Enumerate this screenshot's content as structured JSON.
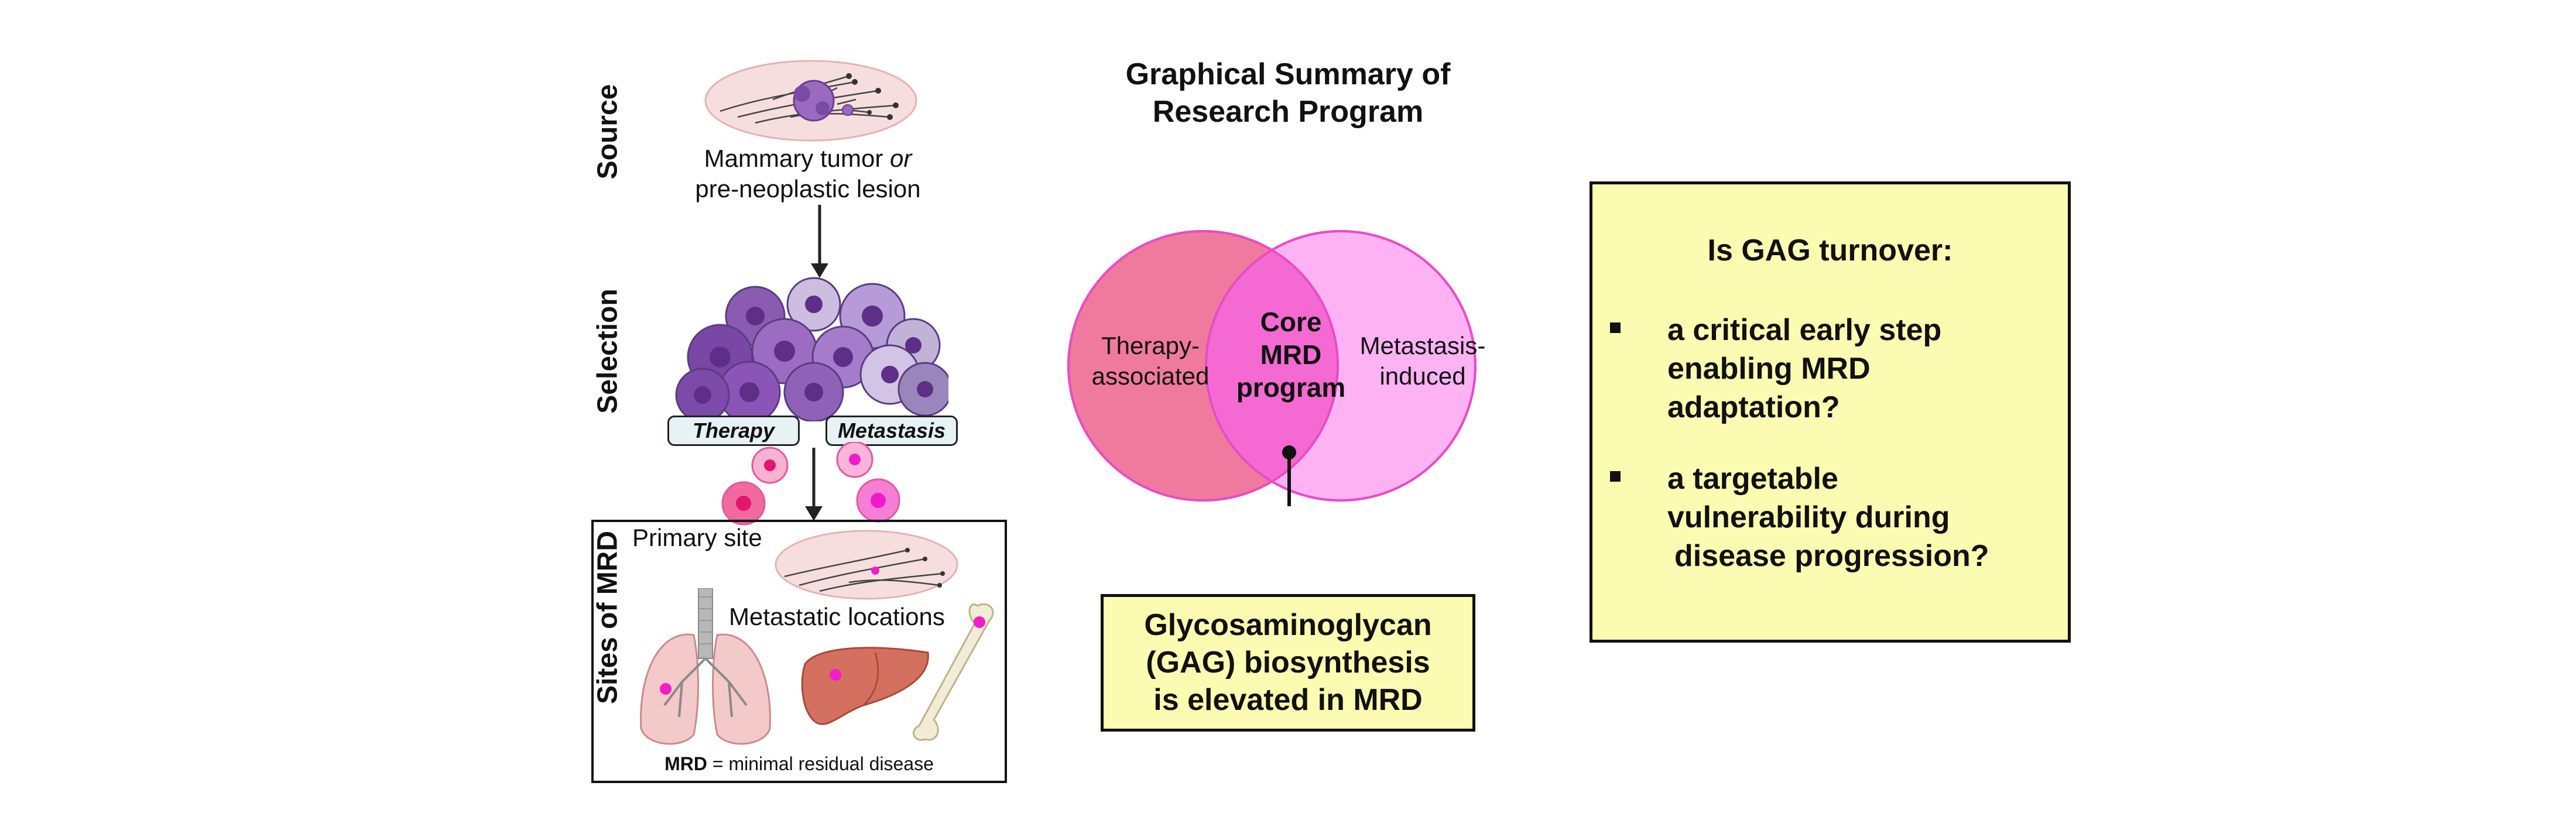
{
  "left_panel": {
    "source_label": "Source",
    "selection_label": "Selection",
    "sites_label": "Sites of MRD",
    "source_caption_line1_a": "Mammary tumor ",
    "source_caption_line1_b": "or",
    "source_caption_line2": "pre-neoplastic lesion",
    "therapy_label": "Therapy",
    "metastasis_label": "Metastasis",
    "primary_site_label": "Primary site",
    "metastatic_locations_label": "Metastatic locations",
    "footnote_bold": "MRD",
    "footnote_rest": " = minimal residual disease"
  },
  "center_panel": {
    "title_line1": "Graphical Summary of",
    "title_line2": "Research Program",
    "venn_left_line1": "Therapy-",
    "venn_left_line2": "associated",
    "venn_center_line1": "Core",
    "venn_center_line2": "MRD",
    "venn_center_line3": "program",
    "venn_right_line1": "Metastasis-",
    "venn_right_line2": "induced",
    "callout_line1": "Glycosaminoglycan",
    "callout_line2": "(GAG) biosynthesis",
    "callout_line3": "is elevated in MRD"
  },
  "right_panel": {
    "heading": "Is GAG turnover:",
    "bullet1_line1": "a critical early step",
    "bullet1_line2": "enabling MRD",
    "bullet1_line3": "adaptation?",
    "bullet2_line1": "a targetable",
    "bullet2_line2": "vulnerability during",
    "bullet2_line3": "disease progression?"
  },
  "colors": {
    "venn_left_fill": "#ef7a9e",
    "venn_right_fill": "#fdb2f4",
    "venn_overlap_fill": "#f46ad2",
    "venn_stroke": "#e84cc4",
    "yellow_box": "#fbfbb2",
    "cell_purple": "#8a5bb0",
    "magenta_dot": "#ef1fc8"
  }
}
